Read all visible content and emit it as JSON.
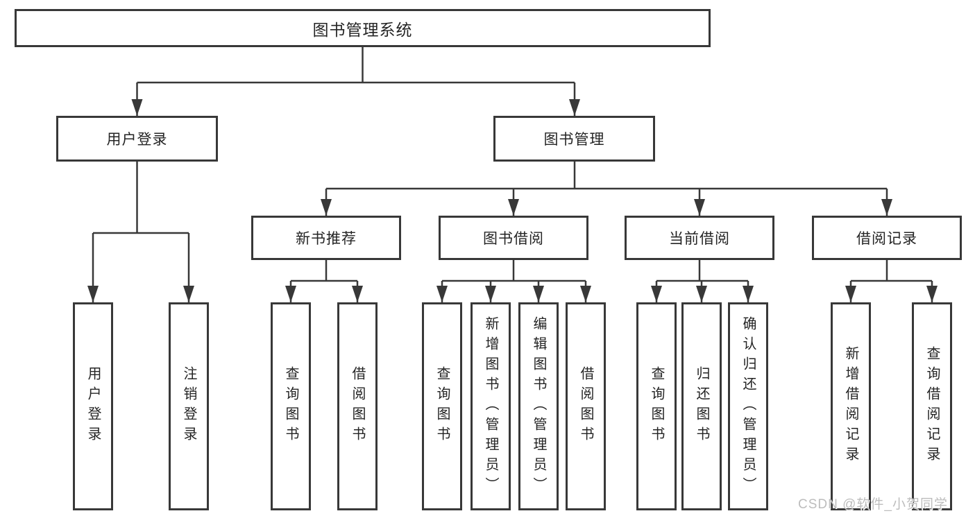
{
  "root": {
    "label": "图书管理系统"
  },
  "level2": [
    {
      "label": "用户登录"
    },
    {
      "label": "图书管理"
    }
  ],
  "level3": [
    {
      "label": "新书推荐",
      "parent": "图书管理"
    },
    {
      "label": "图书借阅",
      "parent": "图书管理"
    },
    {
      "label": "当前借阅",
      "parent": "图书管理"
    },
    {
      "label": "借阅记录",
      "parent": "图书管理"
    }
  ],
  "leaves": [
    {
      "label": "用户登录",
      "parent": "用户登录"
    },
    {
      "label": "注销登录",
      "parent": "用户登录"
    },
    {
      "label": "查询图书",
      "parent": "新书推荐"
    },
    {
      "label": "借阅图书",
      "parent": "新书推荐"
    },
    {
      "label": "查询图书",
      "parent": "图书借阅"
    },
    {
      "label": "新增图书（管理员）",
      "parent": "图书借阅"
    },
    {
      "label": "编辑图书（管理员）",
      "parent": "图书借阅"
    },
    {
      "label": "借阅图书",
      "parent": "图书借阅"
    },
    {
      "label": "查询图书",
      "parent": "当前借阅"
    },
    {
      "label": "归还图书",
      "parent": "当前借阅"
    },
    {
      "label": "确认归还（管理员）",
      "parent": "当前借阅"
    },
    {
      "label": "新增借阅记录",
      "parent": "借阅记录"
    },
    {
      "label": "查询借阅记录",
      "parent": "借阅记录"
    }
  ],
  "watermark": "CSDN @软件_小贺同学",
  "colors": {
    "line": "#383838",
    "border": "#383838",
    "text": "#242424",
    "watermark": "#bdbdbd",
    "background": "#ffffff"
  }
}
